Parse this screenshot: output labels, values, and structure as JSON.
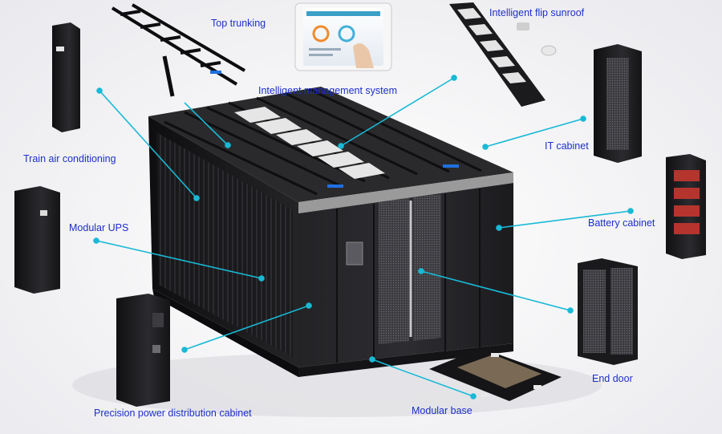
{
  "colors": {
    "label_text": "#1c2fc9",
    "callout": "#19b9d6",
    "cabinet_body": "#1b1b1d",
    "cabinet_top": "#2a2a2c",
    "trim": "#9a9a9a",
    "indicator": "#1f6fe0"
  },
  "components": {
    "top_trunking": "Top trunking",
    "intelligent_flip_sunroof": "Intelligent flip sunroof",
    "intelligent_management_system": "Intelligent management system",
    "train_air_conditioning": "Train air conditioning",
    "it_cabinet": "IT cabinet",
    "modular_ups": "Modular UPS",
    "battery_cabinet": "Battery cabinet",
    "end_door": "End door",
    "precision_power_distribution_cabinet": "Precision power distribution cabinet",
    "modular_base": "Modular base"
  },
  "icons": [
    "air-conditioner-unit",
    "ups-unit",
    "power-distribution-cabinet",
    "tablet-dashboard",
    "flip-sunroof",
    "it-rack",
    "battery-rack",
    "end-door",
    "modular-base-tray",
    "trunking-rail"
  ]
}
